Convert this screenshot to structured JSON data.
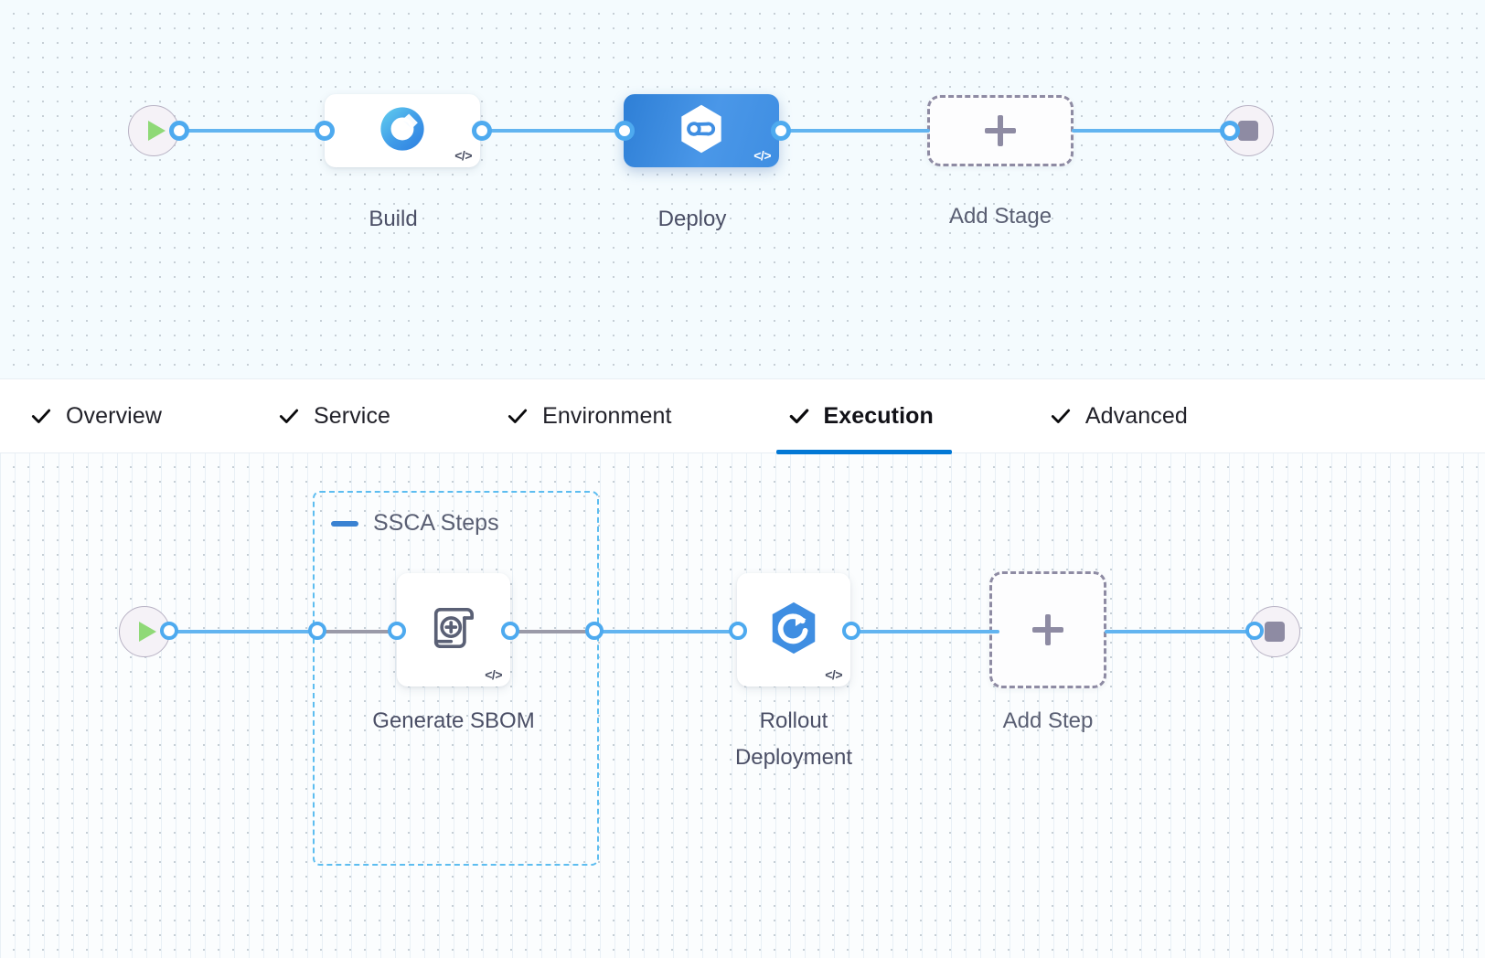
{
  "stages_canvas": {
    "start_node": {
      "name": "pipeline-start",
      "icon": "play-icon"
    },
    "end_node": {
      "name": "pipeline-end",
      "icon": "stop-icon"
    },
    "stages": [
      {
        "id": "build",
        "label": "Build",
        "icon": "harness-ci-build-icon",
        "selected": false,
        "code_badge": "</>"
      },
      {
        "id": "deploy",
        "label": "Deploy",
        "icon": "harness-cd-deploy-icon",
        "selected": true,
        "code_badge": "</>"
      }
    ],
    "add_stage": {
      "label": "Add Stage",
      "icon": "plus-icon"
    }
  },
  "tabs": {
    "items": [
      {
        "id": "overview",
        "label": "Overview",
        "completed": true,
        "active": false
      },
      {
        "id": "service",
        "label": "Service",
        "completed": true,
        "active": false
      },
      {
        "id": "environment",
        "label": "Environment",
        "completed": true,
        "active": false
      },
      {
        "id": "execution",
        "label": "Execution",
        "completed": true,
        "active": true
      },
      {
        "id": "advanced",
        "label": "Advanced",
        "completed": true,
        "active": false
      }
    ],
    "check_icon": "check-icon",
    "active_underline_color": "#0278d5"
  },
  "steps_canvas": {
    "start_node": {
      "name": "execution-start",
      "icon": "play-icon"
    },
    "end_node": {
      "name": "execution-end",
      "icon": "stop-icon"
    },
    "group": {
      "id": "ssca-steps",
      "title": "SSCA Steps",
      "collapse_icon": "minus-icon",
      "border_color": "#5dbdf0"
    },
    "steps": [
      {
        "id": "generate-sbom",
        "label": "Generate SBOM",
        "icon": "sbom-scroll-plus-icon",
        "code_badge": "</>",
        "in_group": true
      },
      {
        "id": "rollout-deployment",
        "label": "Rollout\nDeployment",
        "icon": "rollout-hexagon-icon",
        "code_badge": "</>",
        "in_group": false
      }
    ],
    "add_step": {
      "label": "Add Step",
      "icon": "plus-icon"
    }
  },
  "theme": {
    "edge_color": "#62b4f0",
    "port_color": "#4eaaef",
    "dashed_edge_color": "#9a9aa8",
    "selected_stage_gradient_from": "#2e7fd6",
    "selected_stage_gradient_to": "#4a97e8",
    "canvas_background": "#f4fbfe"
  }
}
